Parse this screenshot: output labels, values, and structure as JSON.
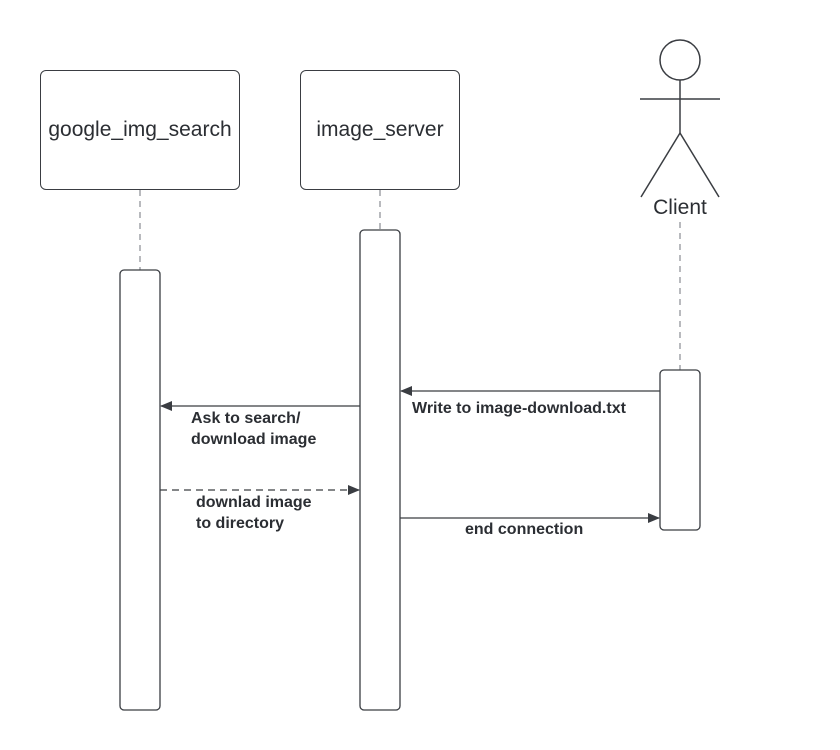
{
  "participants": {
    "google": "google_img_search",
    "server": "image_server",
    "client": "Client"
  },
  "messages": {
    "write": "Write to image-download.txt",
    "ask_line1": "Ask to search/",
    "ask_line2": "download image",
    "download_line1": "downlad image",
    "download_line2": "to directory",
    "end": "end connection"
  },
  "colors": {
    "stroke": "#3a3d42",
    "lifeline": "#8a8d92",
    "text": "#2b2e33"
  }
}
